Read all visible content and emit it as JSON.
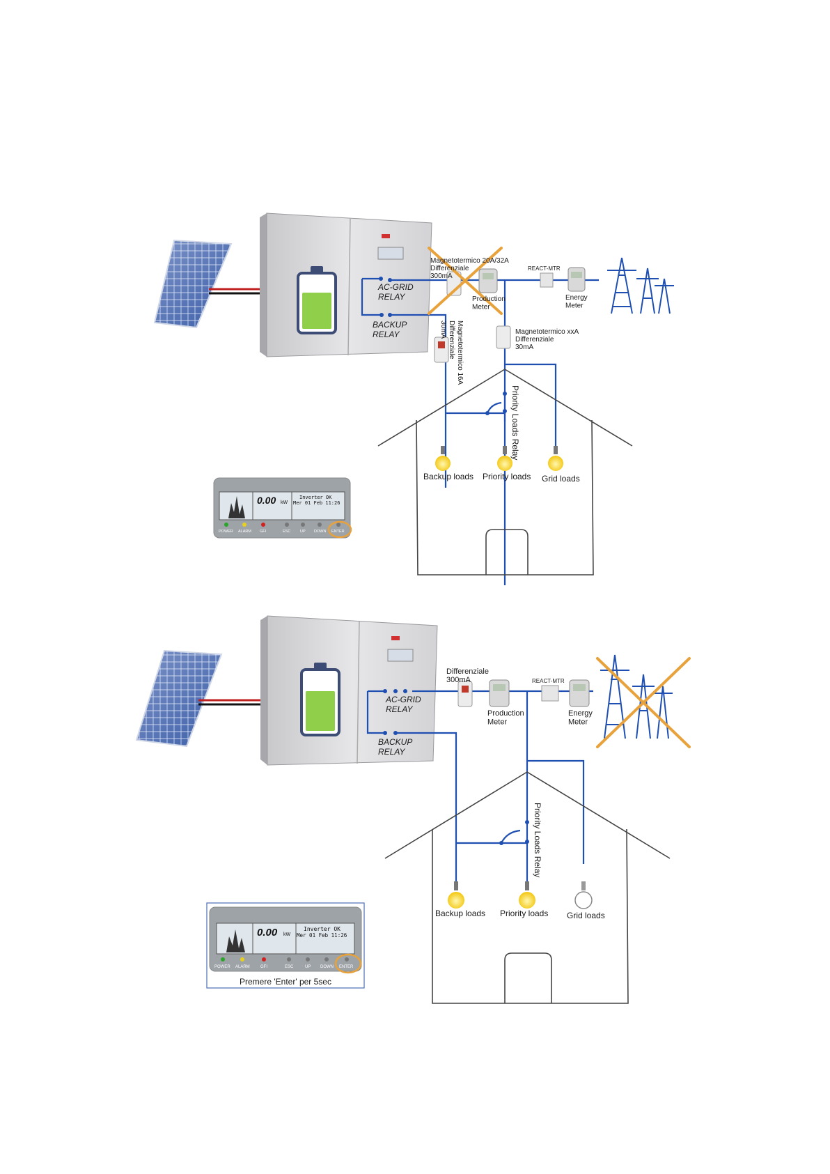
{
  "diagram_top": {
    "inverter": {
      "ac_grid_relay": "AC-GRID\nRELAY",
      "backup_relay": "BACKUP\nRELAY"
    },
    "breaker_main": {
      "line1": "Magnetotermico 20A/32A",
      "line2": "Differenziale",
      "line3": "300mA"
    },
    "production_meter": "Production\nMeter",
    "react_mtr": "REACT-MTR",
    "energy_meter": "Energy\nMeter",
    "breaker_backup": {
      "line1": "Magnetotermico 16A",
      "line2": "Differenziale",
      "line3": "30mA"
    },
    "breaker_grid": {
      "line1": "Magnetotermico xxA",
      "line2": "Differenziale",
      "line3": "30mA"
    },
    "priority_relay": "Priority Loads Relay",
    "loads": {
      "backup": "Backup loads",
      "priority": "Priority loads",
      "grid": "Grid loads"
    },
    "panel": {
      "lcd_power": "0.00",
      "lcd_unit": "kW",
      "lcd_status_line1": "Inverter OK",
      "lcd_status_line2": "Mer 01 Feb 11:26",
      "buttons": [
        "POWER",
        "ALARM",
        "GFI",
        "ESC",
        "UP",
        "DOWN",
        "ENTER"
      ]
    }
  },
  "diagram_bottom": {
    "inverter": {
      "ac_grid_relay": "AC-GRID\nRELAY",
      "backup_relay": "BACKUP\nRELAY"
    },
    "breaker_main": {
      "line1": "Differenziale",
      "line2": "300mA"
    },
    "production_meter": "Production\nMeter",
    "react_mtr": "REACT-MTR",
    "energy_meter": "Energy\nMeter",
    "priority_relay": "Priority Loads Relay",
    "loads": {
      "backup": "Backup loads",
      "priority": "Priority loads",
      "grid": "Grid loads"
    },
    "panel": {
      "lcd_power": "0.00",
      "lcd_unit": "kW",
      "lcd_status_line1": "Inverter OK",
      "lcd_status_line2": "Mer 01 Feb 11:26",
      "buttons": [
        "POWER",
        "ALARM",
        "GFI",
        "ESC",
        "UP",
        "DOWN",
        "ENTER"
      ],
      "caption": "Premere 'Enter' per 5sec"
    }
  },
  "colors": {
    "wire": "#1f4fb0",
    "cross": "#e8a23c",
    "battery": "#8fcf4a",
    "led_power": "#2aa52a",
    "led_alarm": "#e8d020",
    "led_gfi": "#d02020"
  }
}
